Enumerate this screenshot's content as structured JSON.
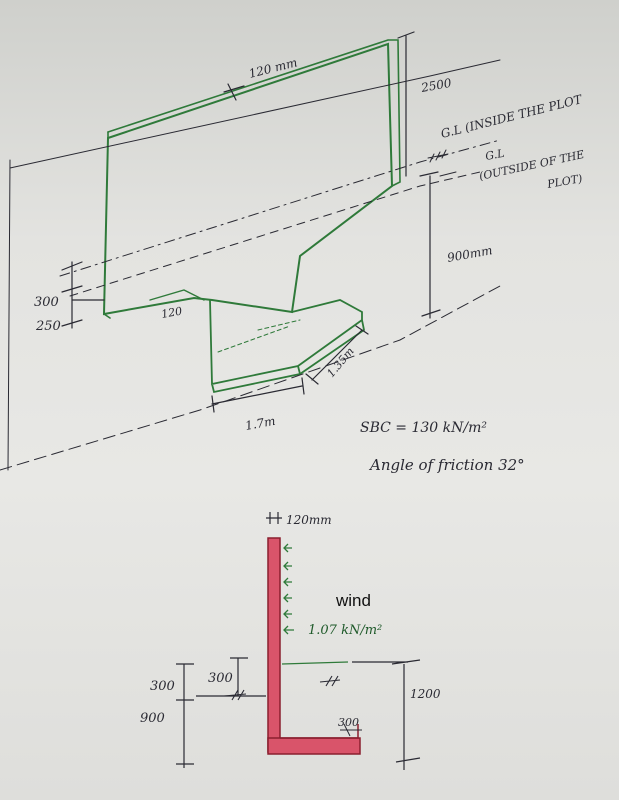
{
  "sketch": {
    "labels": {
      "stem_thickness": "120 mm",
      "stem_height": "2500",
      "gl_inside": "G.L (INSIDE THE PLOT",
      "gl_outside_1": "G.L",
      "gl_outside_2": "(OUTSIDE OF THE",
      "gl_outside_3": "PLOT)",
      "depth": "900mm",
      "dim_300": "300",
      "dim_250": "250",
      "dim_120": "120",
      "base_width": "1.7m",
      "base_length": "1.35m",
      "sbc": "SBC = 130 kN/m²",
      "friction": "Angle of friction 32°"
    }
  },
  "section": {
    "labels": {
      "top_thickness": "120mm",
      "wind_title": "wind",
      "wind_load": "1.07 kN/m²",
      "dim_300_a": "300",
      "dim_300_b": "300",
      "dim_900": "900",
      "dim_1200": "1200",
      "dim_300_base": "300"
    },
    "colors": {
      "wall": "#d9546a",
      "ink": "#2a2a33",
      "green": "#2f7a3a"
    }
  }
}
